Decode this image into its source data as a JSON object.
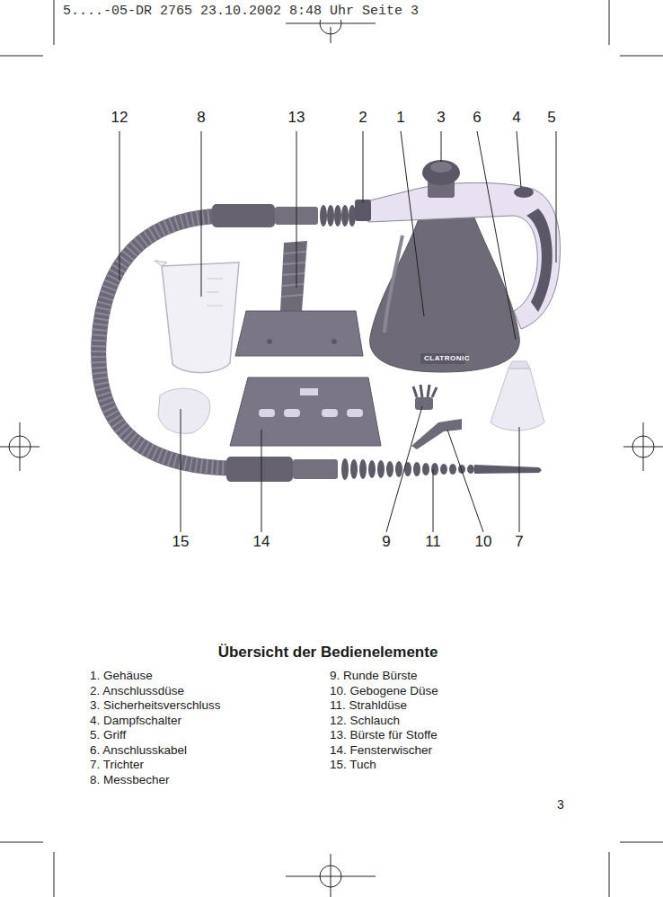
{
  "diagram": {
    "title": "Übersicht der Bedienelemente",
    "labels": [
      "5....-05-DR 2765  23.10.2002 8:48 Uhr  Seite 3",
      "12",
      "8",
      "13",
      "2",
      "1",
      "3",
      "6",
      "4",
      "5",
      "15",
      "14",
      "9",
      "11",
      "10",
      "7",
      "CLATRONIC",
      "1. Gehäuse",
      "2. Anschlussdüse",
      "3. Sicherheitsverschluss",
      "4. Dampfschalter",
      "5. Griff",
      "6. Anschlusskabel",
      "7. Trichter",
      "8. Messbecher",
      "9. Runde Bürste",
      "10. Gebogene Düse",
      "11. Strahldüse",
      "12. Schlauch",
      "13. Bürste für Stoffe",
      "14. Fensterwischer",
      "15. Tuch",
      "3"
    ]
  }
}
